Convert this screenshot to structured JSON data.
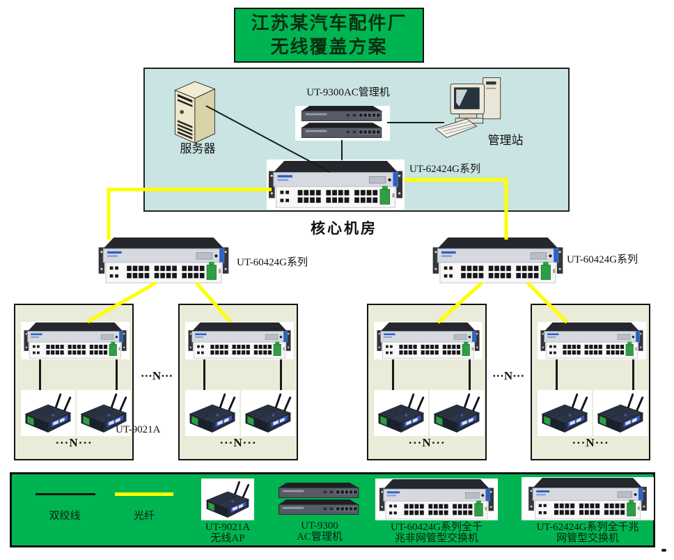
{
  "title": {
    "line1": "江苏某汽车配件厂",
    "line2": "无线覆盖方案"
  },
  "core_room": {
    "label": "核心机房",
    "server_label": "服务器",
    "ac_controller_label": "UT-9300AC管理机",
    "station_label": "管理站",
    "core_switch_label": "UT-62424G系列"
  },
  "distribution": {
    "left_switch_label": "UT-60424G系列",
    "right_switch_label": "UT-60424G系列"
  },
  "access": {
    "ap_model_label": "UT-9021A",
    "gap_left_n": "···N···",
    "gap_right_n": "···N···",
    "boxes": [
      {
        "n_label": "···N···"
      },
      {
        "n_label": "···N···"
      },
      {
        "n_label": "···N···"
      },
      {
        "n_label": "···N···"
      }
    ]
  },
  "legend": {
    "twisted_pair_label": "双绞线",
    "fiber_label": "光纤",
    "items": [
      {
        "line1": "UT-9021A",
        "line2": "无线AP"
      },
      {
        "line1": "UT-9300",
        "line2": "AC管理机"
      },
      {
        "line1": "UT-60424G系列全千",
        "line2": "兆非网管型交换机"
      },
      {
        "line1": "UT-62424G系列全千兆",
        "line2": "网管型交换机"
      }
    ]
  },
  "colors": {
    "green": "#00b551",
    "core-bg": "#c9e4e2",
    "box-bg": "#eaebd8",
    "fiber": "#ffff00",
    "wire": "#1a1a1a",
    "text": "#101010"
  }
}
